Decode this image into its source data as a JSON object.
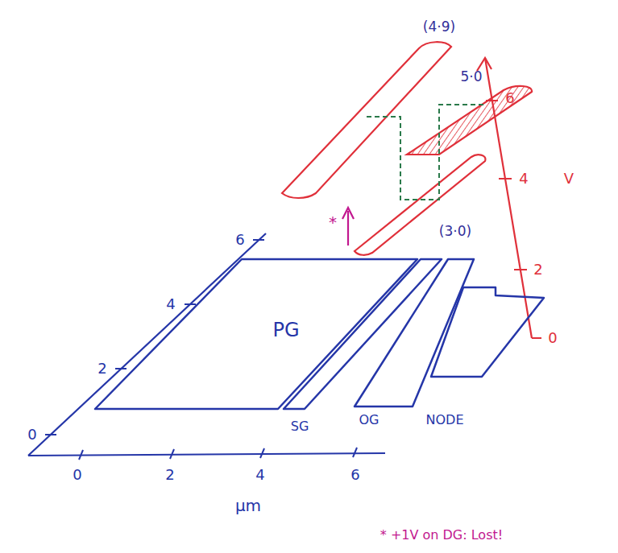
{
  "diagram": {
    "nodes": [
      {
        "text": [
          "PG"
        ]
      },
      {
        "text": [
          "SG"
        ]
      },
      {
        "text": [
          "OG"
        ]
      },
      {
        "text": [
          "NODE"
        ]
      }
    ],
    "labels": [
      "0",
      "2",
      "4",
      "6",
      "0",
      "2",
      "4",
      "6",
      "µm",
      "(4·9)",
      "5·0",
      "(3·0)",
      "6",
      "4",
      "V",
      "2",
      "0",
      "*",
      "* +1V on DG: Lost!"
    ]
  }
}
